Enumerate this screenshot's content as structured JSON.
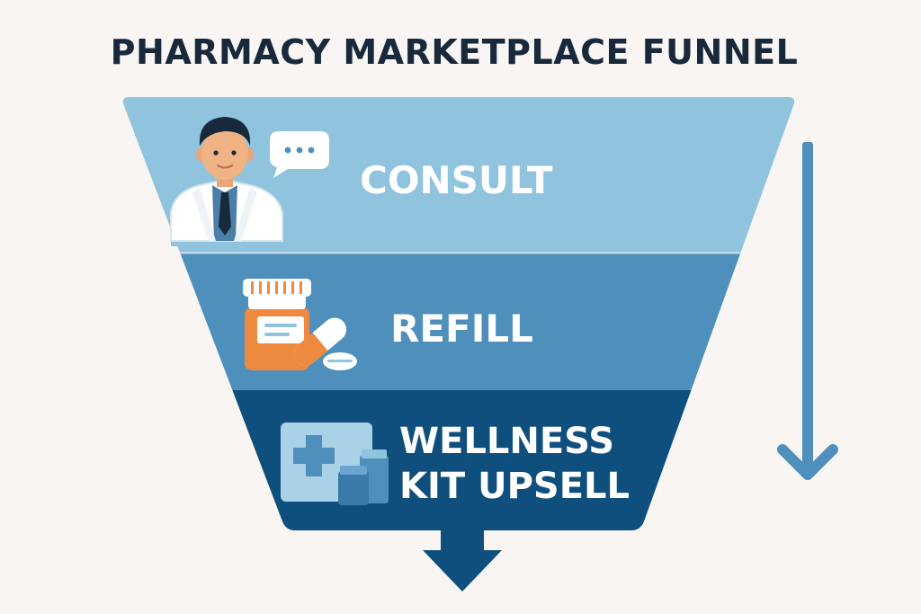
{
  "title": "PHARMACY MARKETPLACE FUNNEL",
  "stages": [
    {
      "label_lines": [
        "CONSULT"
      ],
      "icon": "doctor-icon",
      "color": "#8fc3de"
    },
    {
      "label_lines": [
        "REFILL"
      ],
      "icon": "pill-bottle-icon",
      "color": "#4f8fbb"
    },
    {
      "label_lines": [
        "WELLNESS",
        "KIT UPSELL"
      ],
      "icon": "wellness-kit-icon",
      "color": "#0f4f7d"
    }
  ],
  "colors": {
    "background": "#f8f5f3",
    "title": "#17293a",
    "side_arrow": "#4f8fbb",
    "bottom_arrow": "#0f4f7d",
    "orange": "#ee8a3f"
  }
}
